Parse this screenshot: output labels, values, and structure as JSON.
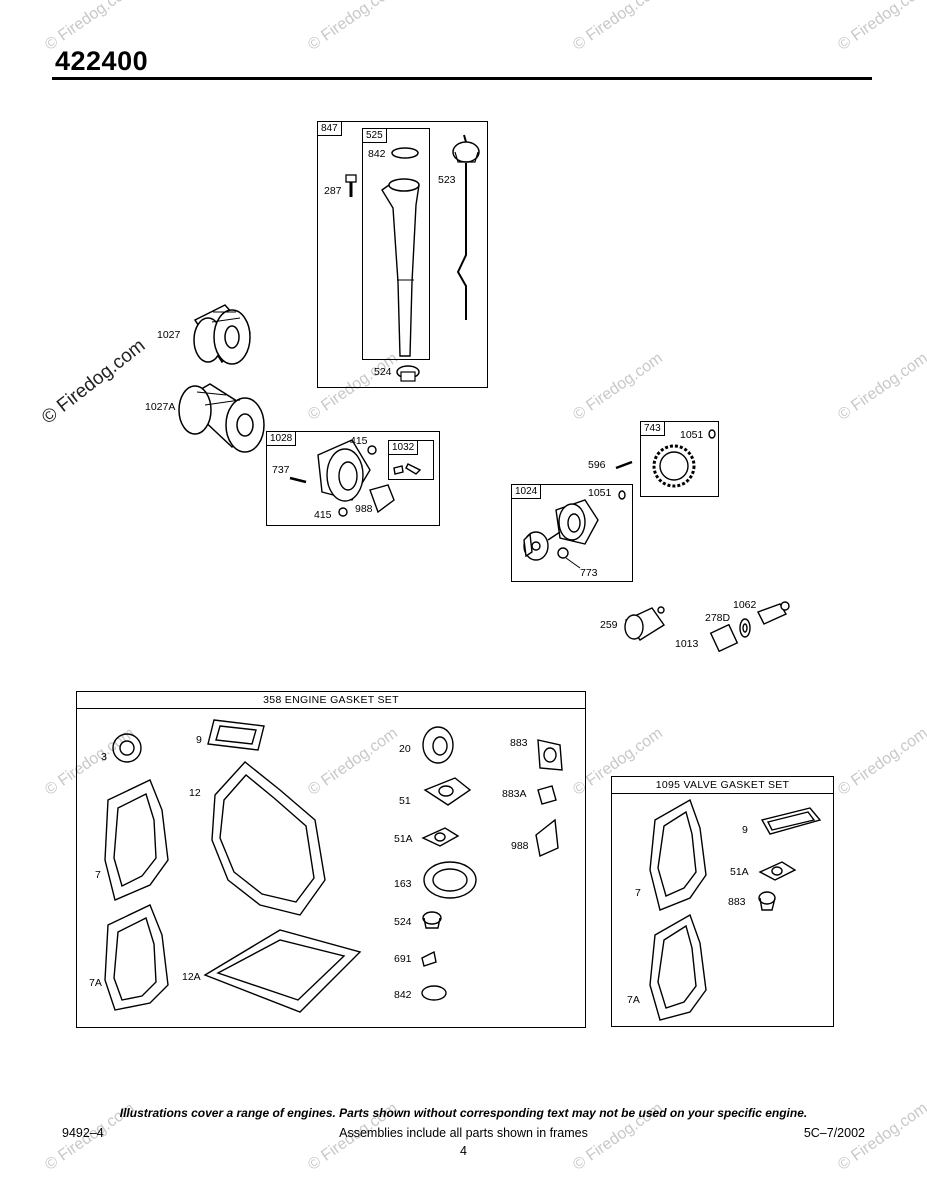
{
  "header": {
    "model": "422400"
  },
  "watermark": {
    "text": "© Firedog.com"
  },
  "frames": {
    "f847": "847",
    "f525": "525",
    "f1028": "1028",
    "f1032": "1032",
    "f743": "743",
    "f1024": "1024"
  },
  "parts": {
    "p842a": "842",
    "p287": "287",
    "p523": "523",
    "p524a": "524",
    "p1027": "1027",
    "p1027A": "1027A",
    "p415a": "415",
    "p737": "737",
    "p415b": "415",
    "p988a": "988",
    "p596": "596",
    "p1051a": "1051",
    "p1051b": "1051",
    "p773": "773",
    "p259": "259",
    "p1062": "1062",
    "p278D": "278D",
    "p1013": "1013"
  },
  "engine_gasket_set": {
    "title": "358 ENGINE GASKET SET",
    "labels": {
      "l3": "3",
      "l9": "9",
      "l12": "12",
      "l7": "7",
      "l7A": "7A",
      "l12A": "12A",
      "l20": "20",
      "l51": "51",
      "l51A": "51A",
      "l163": "163",
      "l524": "524",
      "l691": "691",
      "l842": "842",
      "l883": "883",
      "l883A": "883A",
      "l988": "988"
    }
  },
  "valve_gasket_set": {
    "title": "1095 VALVE GASKET SET",
    "labels": {
      "l9": "9",
      "l51A": "51A",
      "l883": "883",
      "l7": "7",
      "l7A": "7A"
    }
  },
  "footer": {
    "disclaimer": "Illustrations cover a range of engines. Parts shown without corresponding text may not be used on your specific engine.",
    "left": "9492–4",
    "center": "Assemblies include all parts shown in frames",
    "right": "5C–7/2002",
    "page": "4"
  }
}
